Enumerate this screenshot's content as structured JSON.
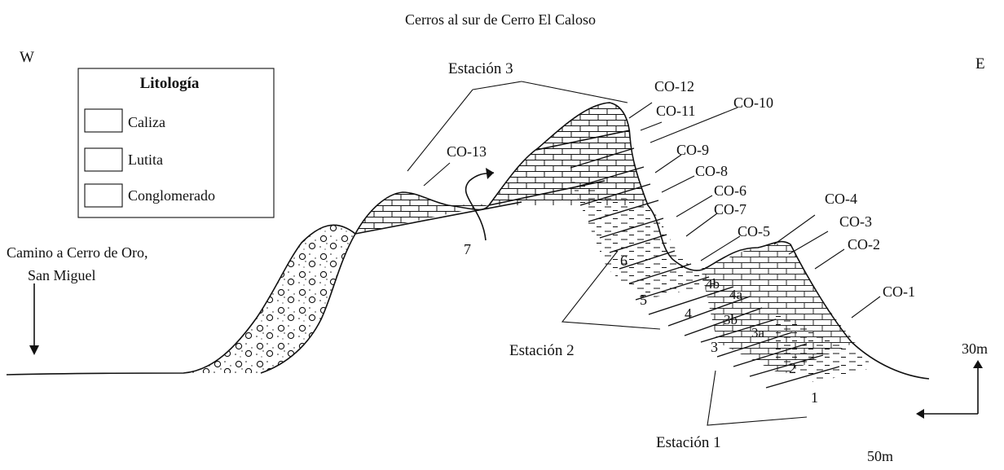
{
  "title": "Cerros al sur de Cerro El Caloso",
  "top_cut_text": "",
  "orientation": {
    "west": "W",
    "east": "E"
  },
  "legend": {
    "title": "Litología",
    "items": [
      {
        "label": "Caliza",
        "pattern": "limestone"
      },
      {
        "label": "Lutita",
        "pattern": "shale"
      },
      {
        "label": "Conglomerado",
        "pattern": "conglomerate"
      }
    ]
  },
  "road_label": {
    "line1": "Camino a Cerro de Oro,",
    "line2": "San Miguel"
  },
  "stations": [
    "Estación 3",
    "Estación 2",
    "Estación 1"
  ],
  "samples": [
    "CO-12",
    "CO-11",
    "CO-10",
    "CO-13",
    "CO-9",
    "CO-8",
    "CO-6",
    "CO-7",
    "CO-4",
    "CO-5",
    "CO-3",
    "CO-2",
    "CO-1"
  ],
  "units": [
    "7",
    "6",
    "5",
    "4b",
    "4a",
    "4",
    "3b",
    "3a",
    "3",
    "2",
    "1"
  ],
  "scale": {
    "vertical": "30m",
    "horizontal": "50m"
  },
  "colors": {
    "ink": "#111111",
    "background": "#ffffff"
  }
}
